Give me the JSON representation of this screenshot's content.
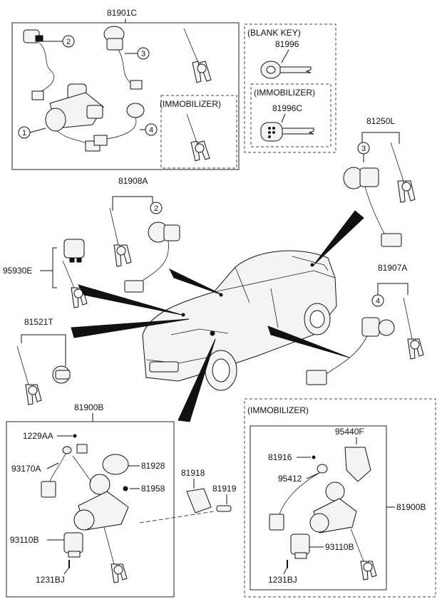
{
  "part_numbers": {
    "p81901C": "81901C",
    "p81908A": "81908A",
    "p95930E": "95930E",
    "p81521T": "81521T",
    "p81250L": "81250L",
    "p81907A": "81907A",
    "p81996": "81996",
    "p81996C": "81996C",
    "p81900B_left": "81900B",
    "p81900B_right": "81900B",
    "p1229AA": "1229AA",
    "p93170A": "93170A",
    "p81928": "81928",
    "p81958": "81958",
    "p93110B_left": "93110B",
    "p1231BJ_left": "1231BJ",
    "p81918": "81918",
    "p81919": "81919",
    "p95440F": "95440F",
    "p81916": "81916",
    "p95412": "95412",
    "p93110B_right": "93110B",
    "p1231BJ_right": "1231BJ"
  },
  "notes": {
    "blank_key": "(BLANK KEY)",
    "immobilizer_top": "(IMMOBILIZER)",
    "immobilizer_key": "(IMMOBILIZER)",
    "immobilizer_bottom": "(IMMOBILIZER)"
  },
  "callouts": {
    "c1": "1",
    "c2": "2",
    "c3": "3",
    "c4": "4",
    "c2b": "2",
    "c3b": "3",
    "c4b": "4"
  }
}
